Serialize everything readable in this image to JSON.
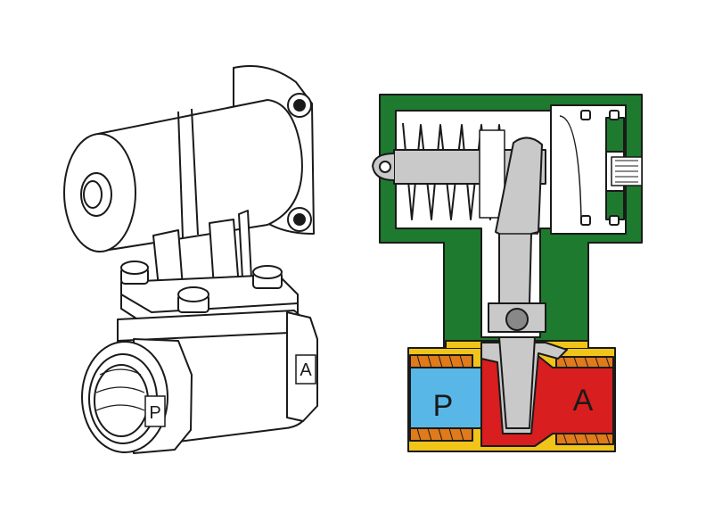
{
  "diagram": {
    "left_view": {
      "port_p_label": "P",
      "port_a_label": "A"
    },
    "right_view": {
      "port_p_label": "P",
      "port_a_label": "A"
    }
  },
  "colors": {
    "housing": "#1e7a2e",
    "body_gold": "#f0c419",
    "inlet_blue": "#59b7e8",
    "outlet_red": "#d81e1e",
    "thread_orange": "#e07a1a",
    "plunger_gray": "#c9c9c9",
    "outline": "#1a1a1a"
  }
}
